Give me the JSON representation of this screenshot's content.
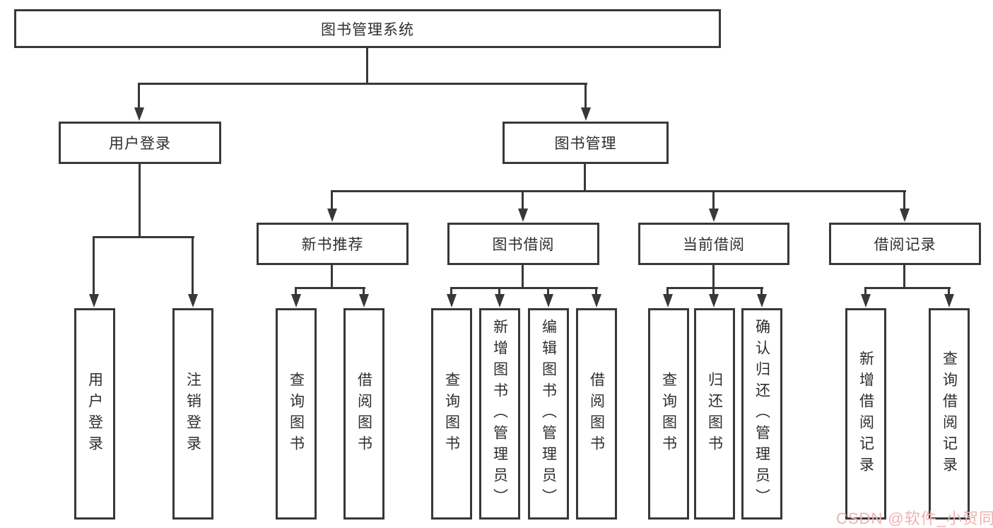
{
  "colors": {
    "background": "#ffffff",
    "line": "#383838",
    "box_border": "#383838",
    "text": "#2e2e2e"
  },
  "watermark": {
    "text": "CSDN @软件_小贺同学",
    "color": "#efb1b1"
  },
  "tree": {
    "label": "图书管理系统",
    "children": [
      {
        "label": "用户登录",
        "children": [
          {
            "label": "用户登录"
          },
          {
            "label": "注销登录"
          }
        ]
      },
      {
        "label": "图书管理",
        "children": [
          {
            "label": "新书推荐",
            "children": [
              {
                "label": "查询图书"
              },
              {
                "label": "借阅图书"
              }
            ]
          },
          {
            "label": "图书借阅",
            "children": [
              {
                "label": "查询图书"
              },
              {
                "label": "新增图书（管理员）"
              },
              {
                "label": "编辑图书（管理员）"
              },
              {
                "label": "借阅图书"
              }
            ]
          },
          {
            "label": "当前借阅",
            "children": [
              {
                "label": "查询图书"
              },
              {
                "label": "归还图书"
              },
              {
                "label": "确认归还（管理员）"
              }
            ]
          },
          {
            "label": "借阅记录",
            "children": [
              {
                "label": "新增借阅记录"
              },
              {
                "label": "查询借阅记录"
              }
            ]
          }
        ]
      }
    ]
  }
}
